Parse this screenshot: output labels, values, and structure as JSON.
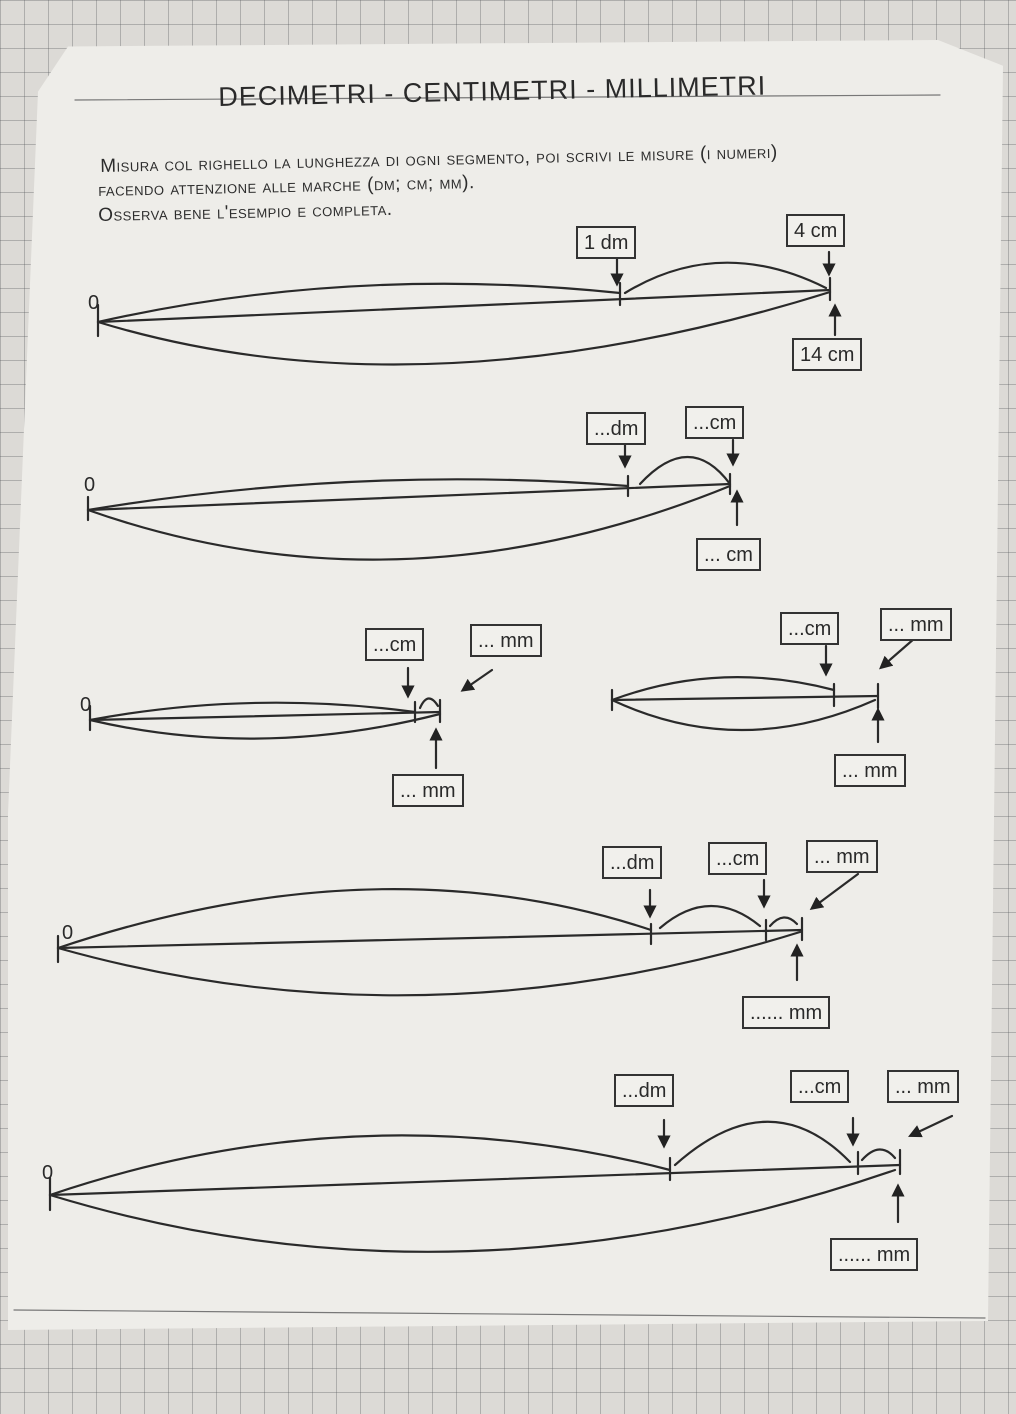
{
  "worksheet": {
    "title": "DECIMETRI - CENTIMETRI - MILLIMETRI",
    "instructions": [
      "Misura col righello la lunghezza di ogni segmento, poi scrivi le misure (i numeri)",
      "facendo attenzione alle marche (dm; cm; mm).",
      "Osserva bene l'esempio e completa."
    ],
    "zero_label": "0",
    "example": {
      "dm": "1 dm",
      "cm": "4 cm",
      "total": "14 cm"
    },
    "exercise_2": {
      "dm": "...dm",
      "cm": "...cm",
      "total": "... cm"
    },
    "exercise_3": {
      "cm": "...cm",
      "mm": "... mm",
      "total": "... mm"
    },
    "exercise_4": {
      "cm": "...cm",
      "mm": "... mm",
      "total": "... mm"
    },
    "exercise_5": {
      "dm": "...dm",
      "cm": "...cm",
      "mm": "... mm",
      "total": "...... mm"
    },
    "exercise_6": {
      "dm": "...dm",
      "cm": "...cm",
      "mm": "... mm",
      "total": "...... mm"
    }
  }
}
